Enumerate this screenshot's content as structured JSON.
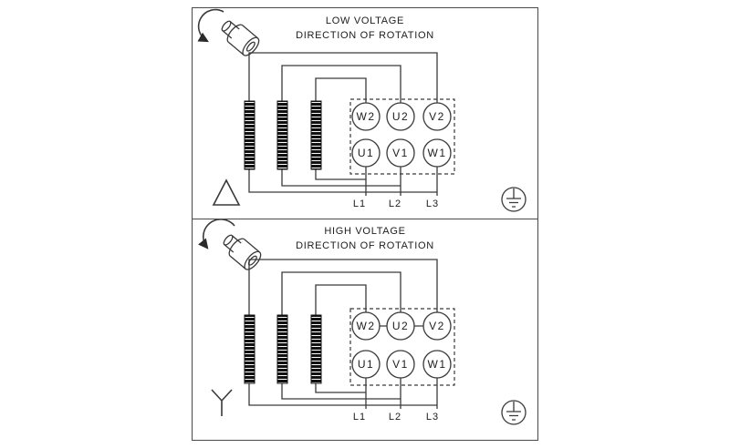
{
  "page": {
    "background": "#ffffff"
  },
  "colors": {
    "line": "#3a3a3a",
    "text": "#1d1d1d",
    "jumper": "#111111"
  },
  "panels": [
    {
      "title": "LOW VOLTAGE",
      "subtitle": "DIRECTION OF ROTATION",
      "rotation_icon": "shaft-rotation-ccw-icon",
      "connection_icon": "delta-connection-icon",
      "ground_icon": "earth-ground-icon",
      "terminals_top": [
        "W2",
        "U2",
        "V2"
      ],
      "terminals_bottom": [
        "U1",
        "V1",
        "W1"
      ],
      "line_labels": [
        "L1",
        "L2",
        "L3"
      ]
    },
    {
      "title": "HIGH VOLTAGE",
      "subtitle": "DIRECTION OF ROTATION",
      "rotation_icon": "shaft-rotation-cw-icon",
      "connection_icon": "wye-connection-icon",
      "ground_icon": "earth-ground-icon",
      "terminals_top": [
        "W2",
        "U2",
        "V2"
      ],
      "terminals_bottom": [
        "U1",
        "V1",
        "W1"
      ],
      "line_labels": [
        "L1",
        "L2",
        "L3"
      ]
    }
  ]
}
